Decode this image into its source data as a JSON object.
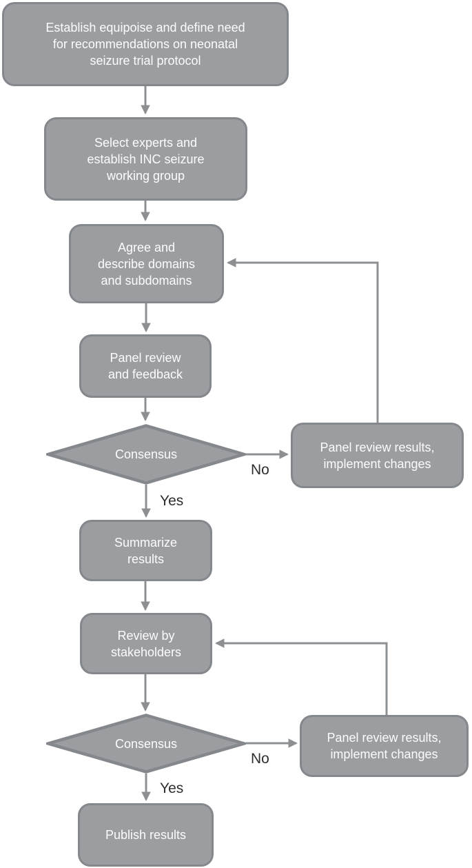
{
  "diagram": {
    "description": "Flowchart of consensus process for neonatal seizure trial protocol recommendations",
    "colors": {
      "node_fill": "#9b9da0",
      "node_border": "#84878b",
      "arrow": "#8d9093",
      "node_text": "#fcfcfc",
      "edge_label_text": "#2e2e2e",
      "background": "#ffffff"
    },
    "nodes": [
      {
        "id": "establish-equipoise",
        "type": "rounded-rect",
        "label": "Establish equipoise and define need\nfor recommendations on neonatal\nseizure trial protocol"
      },
      {
        "id": "select-experts",
        "type": "rounded-rect",
        "label": "Select experts and\nestablish INC seizure\nworking group"
      },
      {
        "id": "agree-domains",
        "type": "rounded-rect",
        "label": "Agree and\ndescribe domains\nand subdomains"
      },
      {
        "id": "panel-review-feedback",
        "type": "rounded-rect",
        "label": "Panel review\nand feedback"
      },
      {
        "id": "consensus-1",
        "type": "diamond",
        "label": "Consensus"
      },
      {
        "id": "panel-review-results-1",
        "type": "rounded-rect",
        "label": "Panel review results,\nimplement changes"
      },
      {
        "id": "summarize-results",
        "type": "rounded-rect",
        "label": "Summarize\nresults"
      },
      {
        "id": "review-stakeholders",
        "type": "rounded-rect",
        "label": "Review by\nstakeholders"
      },
      {
        "id": "consensus-2",
        "type": "diamond",
        "label": "Consensus"
      },
      {
        "id": "panel-review-results-2",
        "type": "rounded-rect",
        "label": "Panel review results,\nimplement changes"
      },
      {
        "id": "publish-results",
        "type": "rounded-rect",
        "label": "Publish results"
      }
    ],
    "edges": [
      {
        "from": "establish-equipoise",
        "to": "select-experts",
        "label": ""
      },
      {
        "from": "select-experts",
        "to": "agree-domains",
        "label": ""
      },
      {
        "from": "agree-domains",
        "to": "panel-review-feedback",
        "label": ""
      },
      {
        "from": "panel-review-feedback",
        "to": "consensus-1",
        "label": ""
      },
      {
        "from": "consensus-1",
        "to": "panel-review-results-1",
        "label": "No"
      },
      {
        "from": "consensus-1",
        "to": "summarize-results",
        "label": "Yes"
      },
      {
        "from": "panel-review-results-1",
        "to": "agree-domains",
        "label": ""
      },
      {
        "from": "summarize-results",
        "to": "review-stakeholders",
        "label": ""
      },
      {
        "from": "review-stakeholders",
        "to": "consensus-2",
        "label": ""
      },
      {
        "from": "consensus-2",
        "to": "panel-review-results-2",
        "label": "No"
      },
      {
        "from": "consensus-2",
        "to": "publish-results",
        "label": "Yes"
      },
      {
        "from": "panel-review-results-2",
        "to": "review-stakeholders",
        "label": ""
      }
    ]
  }
}
